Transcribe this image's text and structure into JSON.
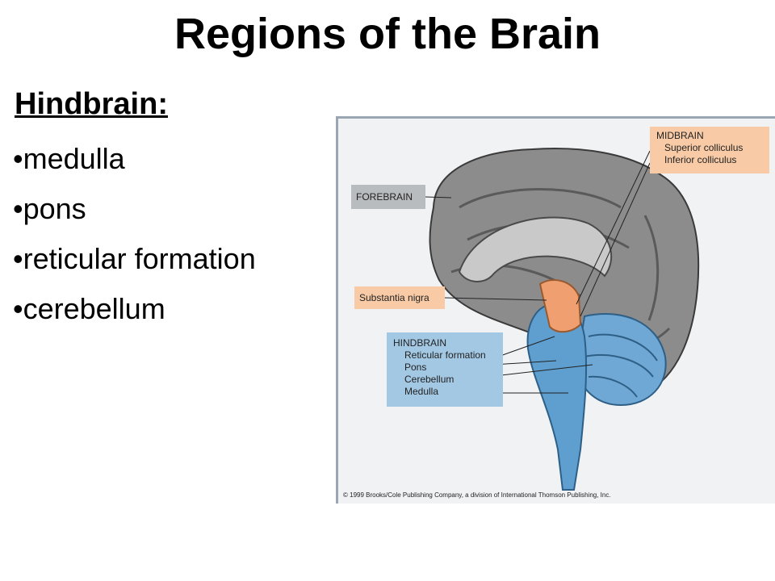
{
  "title": "Regions of the Brain",
  "section": "Hindbrain:",
  "bullets": [
    "•medulla",
    "•pons",
    "•reticular formation",
    "•cerebellum"
  ],
  "figure": {
    "forebrain": "FOREBRAIN",
    "midbrain": {
      "heading": "MIDBRAIN",
      "items": [
        "Superior colliculus",
        "Inferior colliculus"
      ]
    },
    "substantia_nigra": "Substantia nigra",
    "hindbrain": {
      "heading": "HINDBRAIN",
      "items": [
        "Reticular formation",
        "Pons",
        "Cerebellum",
        "Medulla"
      ]
    },
    "copyright": "© 1999 Brooks/Cole Publishing Company, a division of International Thomson Publishing, Inc.",
    "colors": {
      "forebrain": "#8c8c8c",
      "midbrain": "#f0a070",
      "hindbrain": "#5f9fd0"
    }
  }
}
